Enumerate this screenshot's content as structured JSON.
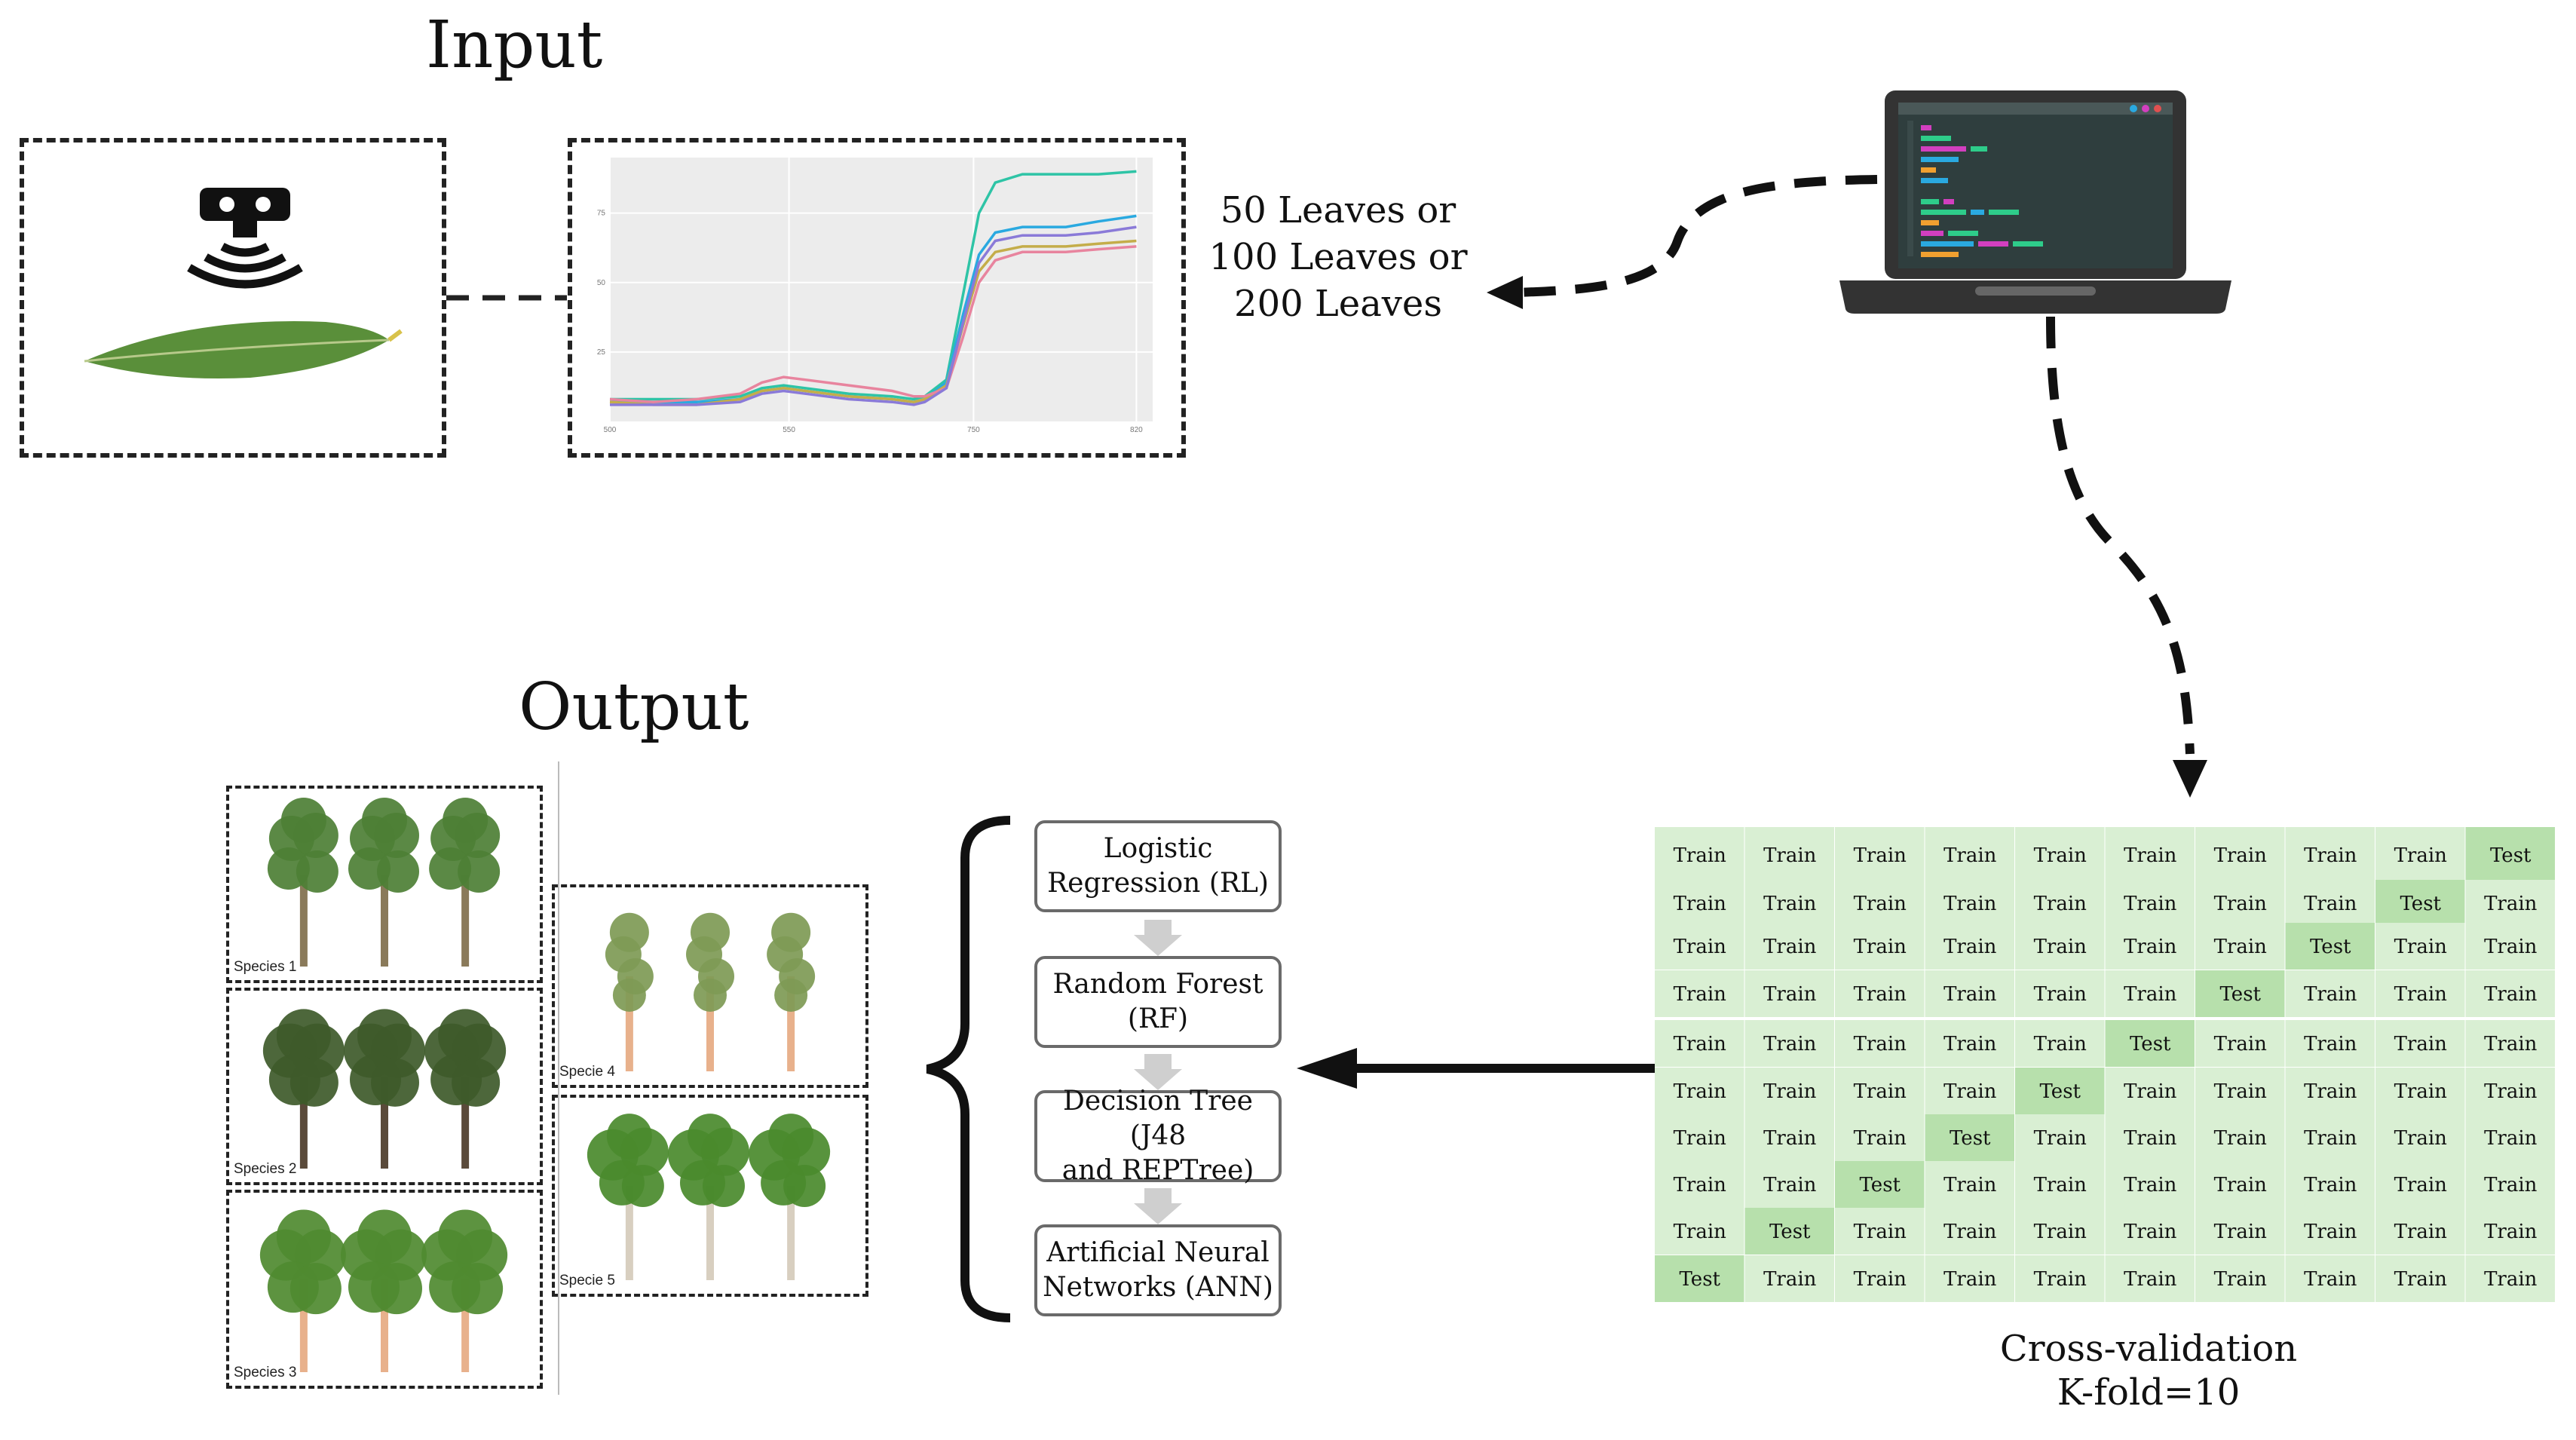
{
  "input_title": "Input",
  "output_title": "Output",
  "leaves_text": [
    "50 Leaves or",
    "100 Leaves or",
    "200 Leaves"
  ],
  "chart_data": {
    "type": "line",
    "title": "",
    "xlabel": "",
    "ylabel": "",
    "x_ticks": [
      "500",
      "550",
      "750",
      "820"
    ],
    "y_ticks": [
      "25",
      "50",
      "75"
    ],
    "ylim": [
      0,
      95
    ],
    "grid": true,
    "series": [
      {
        "color": "#2ec4a6",
        "values": [
          [
            0,
            8
          ],
          [
            8,
            8
          ],
          [
            16,
            8
          ],
          [
            24,
            9
          ],
          [
            28,
            12
          ],
          [
            32,
            13
          ],
          [
            36,
            12
          ],
          [
            44,
            10
          ],
          [
            52,
            9
          ],
          [
            56,
            8
          ],
          [
            58,
            9
          ],
          [
            62,
            15
          ],
          [
            65,
            45
          ],
          [
            68,
            75
          ],
          [
            71,
            86
          ],
          [
            76,
            89
          ],
          [
            84,
            89
          ],
          [
            90,
            89
          ],
          [
            97,
            90
          ]
        ]
      },
      {
        "color": "#2aa9e0",
        "values": [
          [
            0,
            7
          ],
          [
            8,
            7
          ],
          [
            16,
            7
          ],
          [
            24,
            8
          ],
          [
            28,
            11
          ],
          [
            32,
            12
          ],
          [
            36,
            11
          ],
          [
            44,
            9
          ],
          [
            52,
            8
          ],
          [
            56,
            7
          ],
          [
            58,
            8
          ],
          [
            62,
            14
          ],
          [
            65,
            38
          ],
          [
            68,
            60
          ],
          [
            71,
            68
          ],
          [
            76,
            70
          ],
          [
            84,
            70
          ],
          [
            90,
            72
          ],
          [
            97,
            74
          ]
        ]
      },
      {
        "color": "#c4ad4a",
        "values": [
          [
            0,
            7
          ],
          [
            8,
            6
          ],
          [
            16,
            6
          ],
          [
            24,
            8
          ],
          [
            28,
            11
          ],
          [
            32,
            12
          ],
          [
            36,
            11
          ],
          [
            44,
            9
          ],
          [
            52,
            8
          ],
          [
            56,
            7
          ],
          [
            58,
            8
          ],
          [
            62,
            13
          ],
          [
            65,
            34
          ],
          [
            68,
            54
          ],
          [
            71,
            61
          ],
          [
            76,
            63
          ],
          [
            84,
            63
          ],
          [
            90,
            64
          ],
          [
            97,
            65
          ]
        ]
      },
      {
        "color": "#e8849e",
        "values": [
          [
            0,
            8
          ],
          [
            8,
            7
          ],
          [
            16,
            8
          ],
          [
            24,
            10
          ],
          [
            28,
            14
          ],
          [
            32,
            16
          ],
          [
            36,
            15
          ],
          [
            44,
            13
          ],
          [
            52,
            11
          ],
          [
            56,
            9
          ],
          [
            58,
            9
          ],
          [
            62,
            12
          ],
          [
            65,
            30
          ],
          [
            68,
            50
          ],
          [
            71,
            58
          ],
          [
            76,
            61
          ],
          [
            84,
            61
          ],
          [
            90,
            62
          ],
          [
            97,
            63
          ]
        ]
      },
      {
        "color": "#8a7ad8",
        "values": [
          [
            0,
            6
          ],
          [
            8,
            6
          ],
          [
            16,
            6
          ],
          [
            24,
            7
          ],
          [
            28,
            10
          ],
          [
            32,
            11
          ],
          [
            36,
            10
          ],
          [
            44,
            8
          ],
          [
            52,
            7
          ],
          [
            56,
            6
          ],
          [
            58,
            7
          ],
          [
            62,
            12
          ],
          [
            65,
            35
          ],
          [
            68,
            57
          ],
          [
            71,
            65
          ],
          [
            76,
            67
          ],
          [
            84,
            67
          ],
          [
            90,
            68
          ],
          [
            97,
            70
          ]
        ]
      }
    ]
  },
  "species": [
    "Species 1",
    "Species 2",
    "Species 3",
    "Specie 4",
    "Specie 5"
  ],
  "models": [
    "Logistic\nRegression (RL)",
    "Random Forest\n(RF)",
    "Decision Tree (J48\nand REPTree)",
    "Artificial Neural\nNetworks (ANN)"
  ],
  "cv": {
    "train_label": "Train",
    "test_label": "Test",
    "rows": 10,
    "cols": 10,
    "caption_line1": "Cross-validation",
    "caption_line2": "K-fold=10",
    "cell_color": "#d9efd3",
    "test_color": "#b7e0ac"
  },
  "laptop": {
    "screen_color": "#2f3e3e",
    "frame_color": "#333333",
    "code_colors": [
      "#d23fbf",
      "#2ecc8a",
      "#2aa9e0",
      "#f0a030"
    ]
  },
  "colors": {
    "leaf": "#5a8f3a",
    "tree_green": "#4d7f35",
    "tree_dark": "#3e5a2a",
    "trunk": "#e8b18c"
  }
}
